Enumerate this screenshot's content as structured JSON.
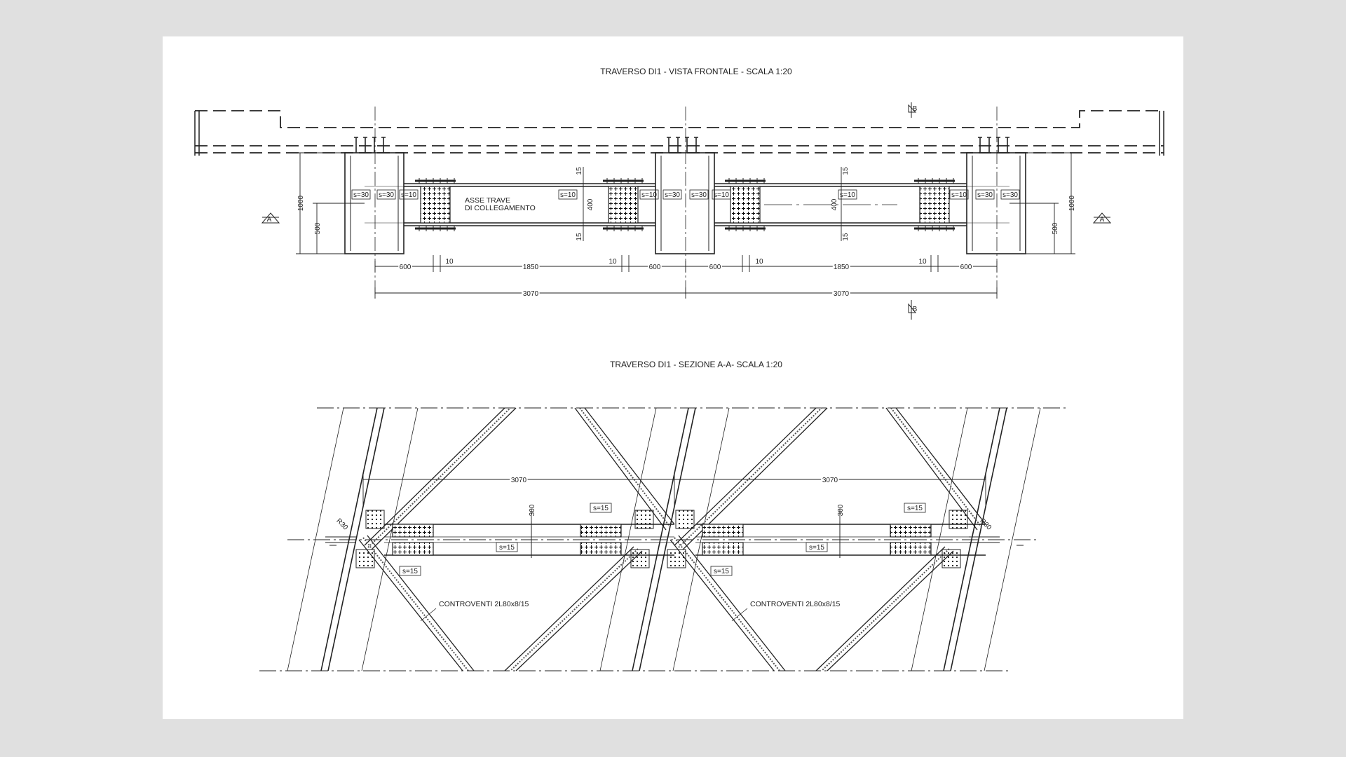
{
  "front_view": {
    "title": "TRAVERSO DI1 - VISTA FRONTALE - SCALA 1:20",
    "note_line1": "ASSE TRAVE",
    "note_line2": "DI COLLEGAMENTO",
    "plate_tags": [
      "s=30",
      "s=30",
      "s=10",
      "s=10",
      "s=10",
      "s=30",
      "s=30",
      "s=10",
      "s=10",
      "s=10",
      "s=30",
      "s=30"
    ],
    "dims": {
      "h1000": "1000",
      "h500": "500",
      "h400": "400",
      "h15": "15",
      "d600": "600",
      "d1850": "1850",
      "d10": "10",
      "d3070": "3070"
    },
    "section_mark": "A",
    "section_mark_b": "B"
  },
  "section_view": {
    "title": "TRAVERSO DI1 - SEZIONE A-A- SCALA 1:20",
    "dims": {
      "d3070": "3070",
      "d300": "300",
      "r30": "R30"
    },
    "plate_tag": "s=15",
    "bracing_label": "CONTROVENTI 2L80x8/15"
  }
}
